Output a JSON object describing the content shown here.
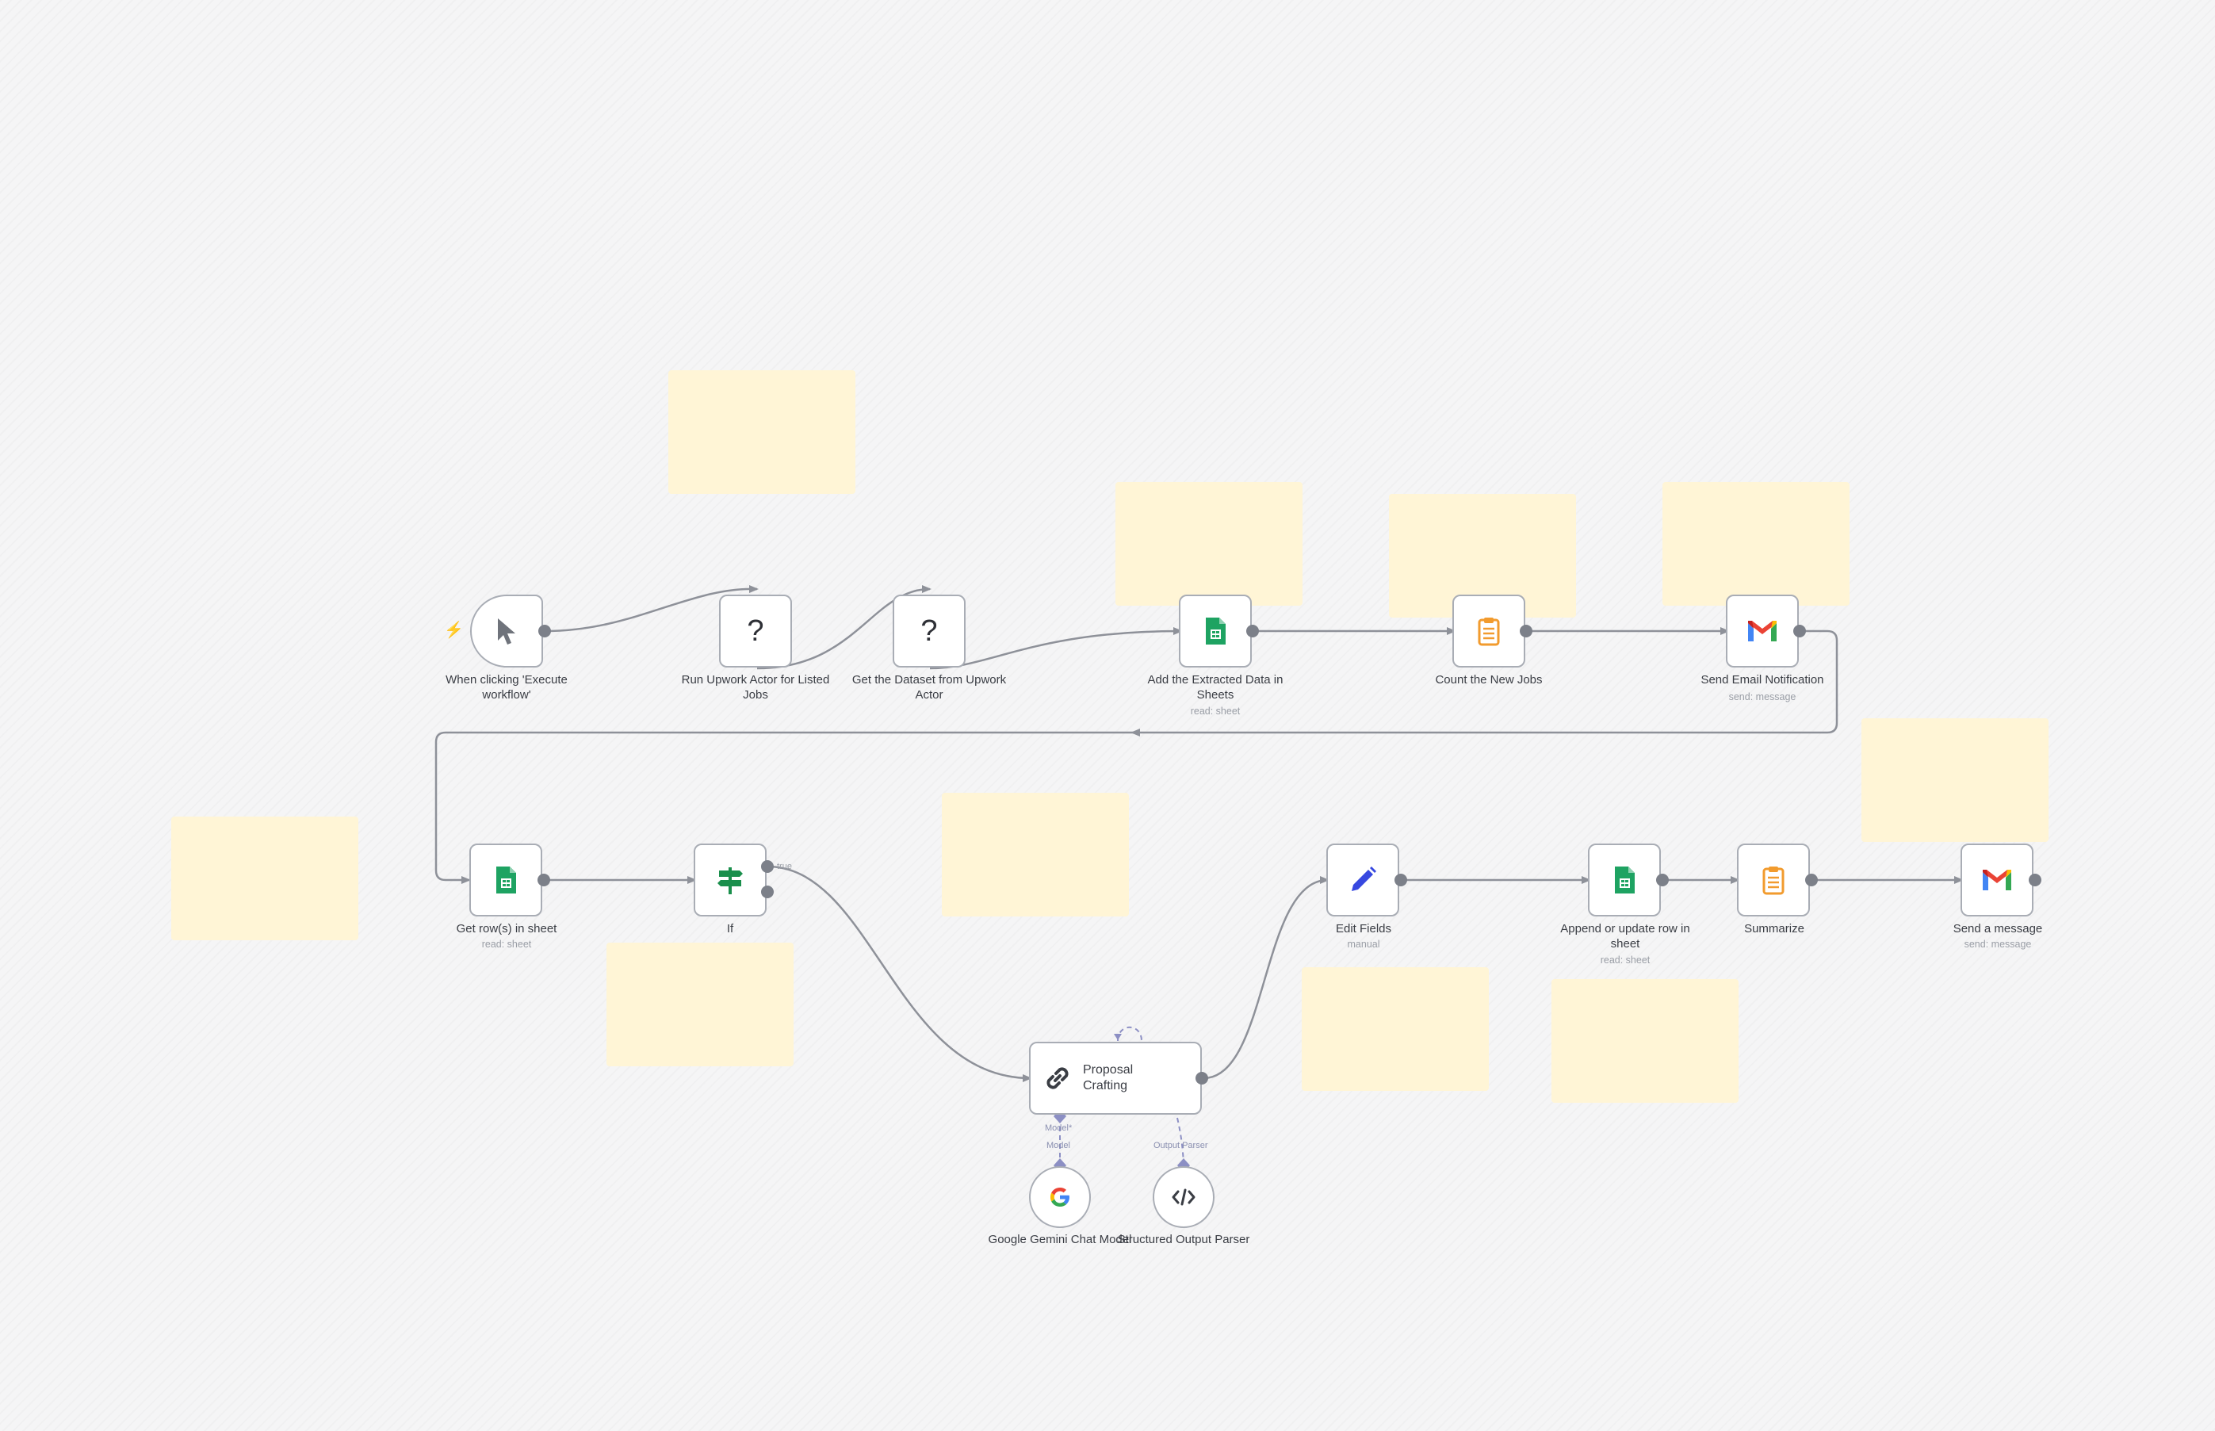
{
  "canvas": {
    "background": "#f5f5f6",
    "sticky_color": "#fff5d6"
  },
  "nodes": {
    "trigger": {
      "label": "When clicking 'Execute workflow'",
      "icon": "cursor-icon"
    },
    "run_actor": {
      "label": "Run Upwork Actor for Listed Jobs",
      "icon": "question-icon"
    },
    "get_dataset": {
      "label": "Get the Dataset from Upwork Actor",
      "icon": "question-icon"
    },
    "add_sheets": {
      "label": "Add the Extracted Data in Sheets",
      "sublabel": "read: sheet",
      "icon": "google-sheets-icon"
    },
    "count_jobs": {
      "label": "Count the New Jobs",
      "icon": "clipboard-icon"
    },
    "send_email": {
      "label": "Send Email Notification",
      "sublabel": "send: message",
      "icon": "gmail-icon"
    },
    "get_rows": {
      "label": "Get row(s) in sheet",
      "sublabel": "read: sheet",
      "icon": "google-sheets-icon"
    },
    "if": {
      "label": "If",
      "icon": "signpost-icon",
      "true_label": "true"
    },
    "proposal": {
      "label": "Proposal Crafting",
      "icon": "link-icon"
    },
    "gemini": {
      "label": "Google Gemini Chat Model",
      "icon": "google-icon"
    },
    "parser": {
      "label": "Structured Output Parser",
      "icon": "code-icon"
    },
    "edit_fields": {
      "label": "Edit Fields",
      "sublabel": "manual",
      "icon": "pencil-icon"
    },
    "append_row": {
      "label": "Append or update row in sheet",
      "sublabel": "read: sheet",
      "icon": "google-sheets-icon"
    },
    "summarize": {
      "label": "Summarize",
      "icon": "clipboard-icon"
    },
    "send_message": {
      "label": "Send a message",
      "sublabel": "send: message",
      "icon": "gmail-icon"
    }
  },
  "connectors": {
    "model_label": "Model*",
    "model_sub": "Model",
    "parser_label": "Output Parser"
  }
}
